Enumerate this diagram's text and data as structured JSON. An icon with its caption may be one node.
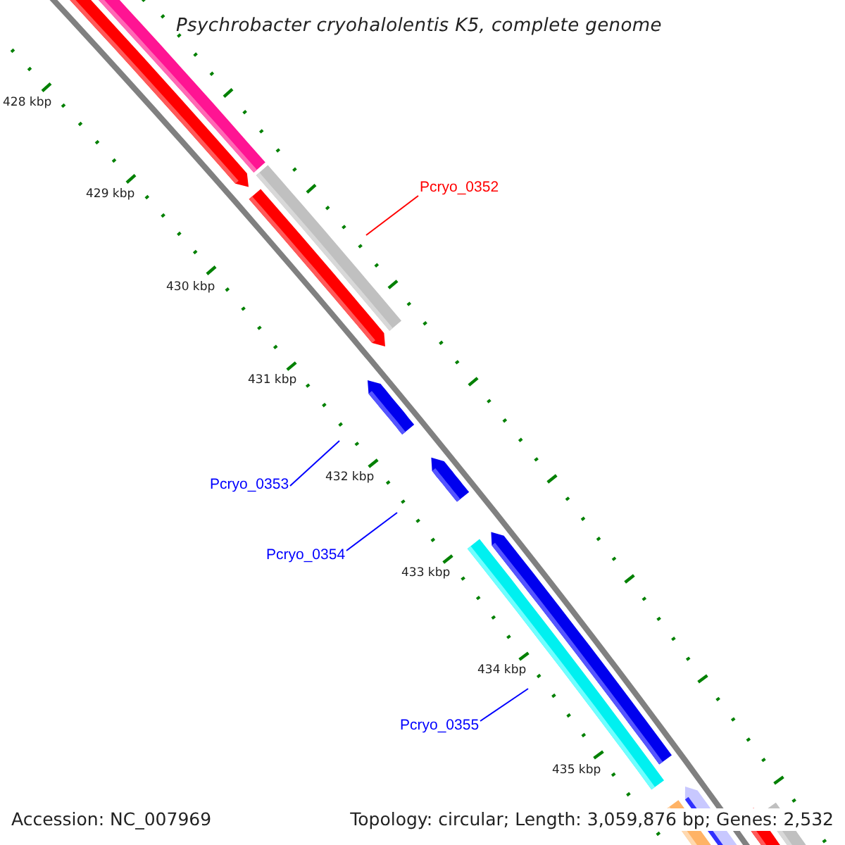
{
  "diagram": {
    "title": "Psychrobacter cryohalolentis K5, complete genome",
    "nodes": [
      {
        "text": [
          "Pcryo_0352"
        ]
      },
      {
        "text": [
          "Pcryo_0353"
        ]
      },
      {
        "text": [
          "Pcryo_0354"
        ]
      },
      {
        "text": [
          "Pcryo_0355"
        ]
      }
    ],
    "edges": [
      {
        "from": 0,
        "to": null,
        "arrow": "none",
        "color": "#ff0000"
      },
      {
        "from": 1,
        "to": null,
        "arrow": "none"
      },
      {
        "from": 2,
        "to": null,
        "arrow": "none"
      },
      {
        "from": 3,
        "to": null,
        "arrow": "none"
      }
    ],
    "labels": [
      "428 kbp",
      "429 kbp",
      "430 kbp",
      "431 kbp",
      "432 kbp",
      "433 kbp",
      "434 kbp",
      "435 kbp",
      "Accession: NC_007969",
      "Topology: circular; Length: 3,059,876 bp; Genes: 2,532"
    ]
  }
}
